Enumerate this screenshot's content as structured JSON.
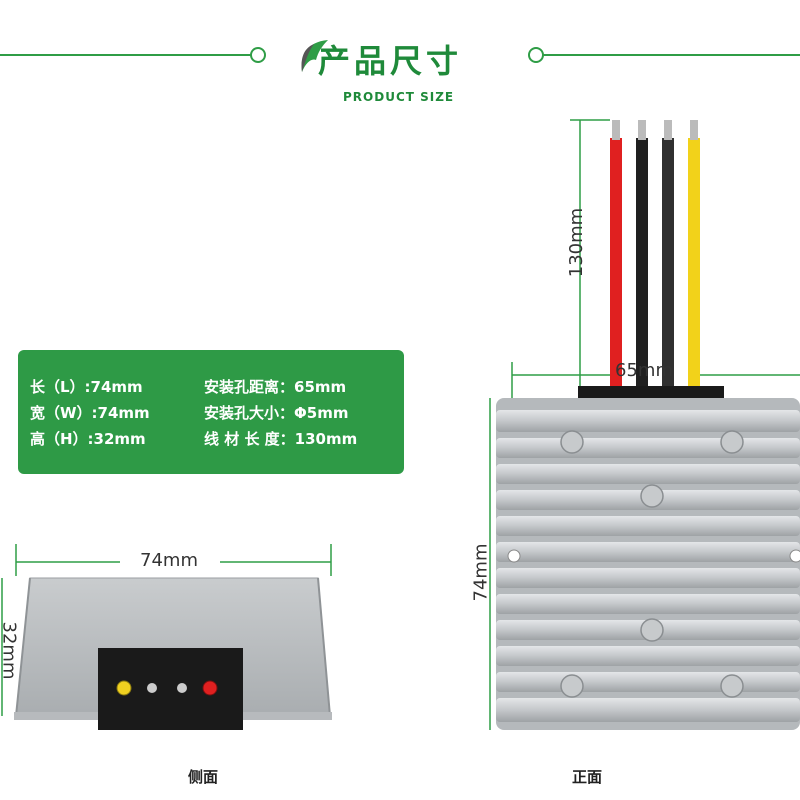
{
  "header": {
    "title": "产品尺寸",
    "subtitle": "PRODUCT SIZE",
    "accent_color": "#2f9d46",
    "logo_icon": "leaf-logo-icon"
  },
  "specs": {
    "length": "长（L）:74mm",
    "width": "宽（W）:74mm",
    "height": "高（H）:32mm",
    "hole_distance": "安装孔距离：65mm",
    "hole_size": "安装孔大小：Φ5mm",
    "wire_length": "线 材 长 度：130mm"
  },
  "dimensions": {
    "side_width": "74mm",
    "side_height": "32mm",
    "front_wire": "130mm",
    "front_hole_distance": "65mm",
    "front_height": "74mm"
  },
  "captions": {
    "side": "侧面",
    "front": "正面"
  },
  "wire_colors": [
    "#e02020",
    "#202020",
    "#303030",
    "#f2d21a"
  ]
}
